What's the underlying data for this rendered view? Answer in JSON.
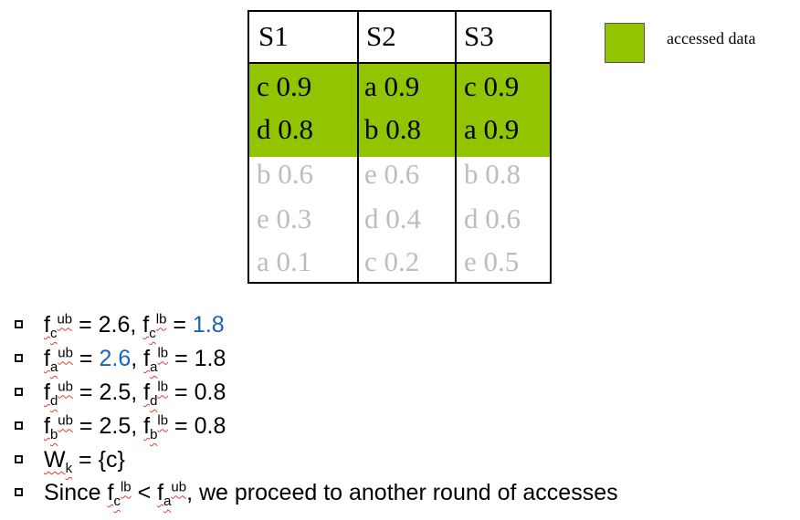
{
  "table": {
    "headers": [
      "S1",
      "S2",
      "S3"
    ],
    "rows": [
      [
        "c 0.9",
        "a 0.9",
        "c 0.9"
      ],
      [
        "d 0.8",
        "b 0.8",
        "a 0.9"
      ],
      [
        "b 0.6",
        "e 0.6",
        "b 0.8"
      ],
      [
        "e 0.3",
        "d 0.4",
        "d 0.6"
      ],
      [
        "a 0.1",
        "c 0.2",
        "e 0.5"
      ]
    ],
    "accessed_rows": 2,
    "accessed_color": "#92c500",
    "faded_color": "#bdbdbd"
  },
  "legend": {
    "label": "accessed data",
    "color": "#92c500"
  },
  "bullets": {
    "l1": {
      "f1": "f",
      "s1": "c",
      "p1": "ub",
      "eq1": " = 2.6, ",
      "f2": "f",
      "s2": "c",
      "p2": "lb",
      "eq2": " = ",
      "val2": "1.8"
    },
    "l2": {
      "f1": "f",
      "s1": "a",
      "p1": "ub",
      "eq1": " = ",
      "val1": "2.6",
      "comma": ", ",
      "f2": "f",
      "s2": "a",
      "p2": "lb",
      "eq2": " = 1.8"
    },
    "l3": {
      "f1": "f",
      "s1": "d",
      "p1": "ub",
      "eq1": " = 2.5, ",
      "f2": "f",
      "s2": "d",
      "p2": "lb",
      "eq2": " = 0.8"
    },
    "l4": {
      "f1": "f",
      "s1": "b",
      "p1": "ub",
      "eq1": " = 2.5, ",
      "f2": "f",
      "s2": "b",
      "p2": "lb",
      "eq2": " = 0.8"
    },
    "l5": {
      "w": "W",
      "s": "k",
      "rest": " = {c}"
    },
    "l6": {
      "pre": "Since ",
      "f1": "f",
      "s1": "c",
      "p1": "lb",
      "mid": " < ",
      "f2": "f",
      "s2": "a",
      "p2": "ub",
      "post": ", we proceed to another round of accesses"
    }
  },
  "highlight_color": "#1565c0"
}
